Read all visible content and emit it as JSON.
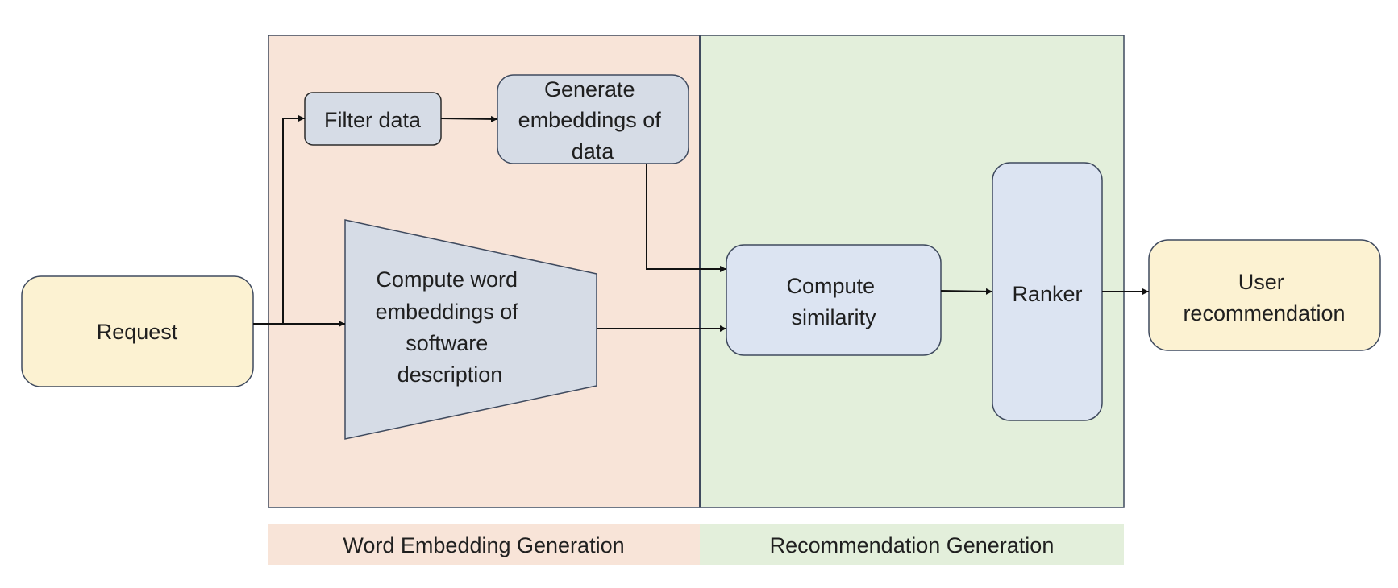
{
  "colors": {
    "left_panel": "#f8e4d8",
    "right_panel": "#e3efdb",
    "io_box": "#fcf2d2",
    "process_box": "#d6dce6",
    "similarity_box": "#dce4f2",
    "border": "#3f4a5e",
    "arrow": "#111111"
  },
  "nodes": {
    "request": "Request",
    "filter_data": "Filter data",
    "generate_embeddings": [
      "Generate",
      "embeddings of",
      "data"
    ],
    "compute_word_embeddings": [
      "Compute word",
      "embeddings of",
      "software",
      "description"
    ],
    "compute_similarity": [
      "Compute",
      "similarity"
    ],
    "ranker": "Ranker",
    "user_recommendation": [
      "User",
      "recommendation"
    ]
  },
  "sections": {
    "word_embedding": "Word Embedding Generation",
    "recommendation": "Recommendation Generation"
  }
}
